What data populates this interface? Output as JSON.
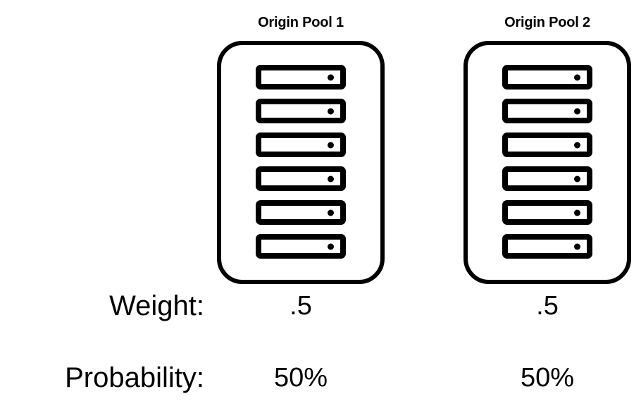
{
  "theme": {
    "background": "#ffffff",
    "stroke": "#000000",
    "text": "#000000"
  },
  "diagram": {
    "type": "load-balancer-origin-pool-weighting",
    "pools": [
      {
        "title": "Origin Pool 1",
        "server_count": 6,
        "weight": ".5",
        "probability": "50%"
      },
      {
        "title": "Origin Pool 2",
        "server_count": 6,
        "weight": ".5",
        "probability": "50%"
      }
    ],
    "rows": [
      {
        "label": "Weight:",
        "key": "weight"
      },
      {
        "label": "Probability:",
        "key": "probability"
      }
    ],
    "icons": {
      "server": "server-icon",
      "server_led": "status-led-icon"
    }
  }
}
